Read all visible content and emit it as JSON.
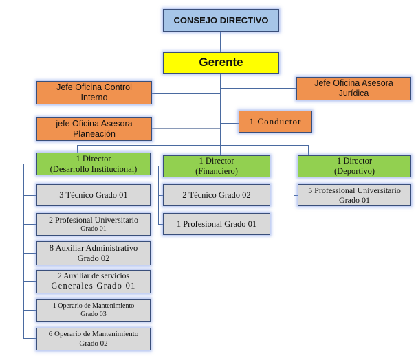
{
  "colors": {
    "council": "#a6c5e8",
    "manager": "#ffff00",
    "advisory": "#f0924f",
    "director": "#92d050",
    "staff": "#d9d9d9",
    "connector": "#4a6aa0"
  },
  "council": {
    "label": "CONSEJO DIRECTIVO"
  },
  "manager": {
    "label": "Gerente"
  },
  "advisory": {
    "control_interno": {
      "line1": "Jefe Oficina Control",
      "line2": "Interno"
    },
    "juridica": {
      "line1": "Jefe Oficina Asesora",
      "line2": "Jurídica"
    },
    "planeacion": {
      "line1": "jefe Oficina Asesora",
      "line2": "Planeación"
    },
    "conductor": {
      "label": "1 Conductor"
    }
  },
  "departments": [
    {
      "director": {
        "line1": "1 Director",
        "line2": "(Desarrollo Institucional)"
      },
      "staff": [
        {
          "line1": "3 Técnico Grado 01",
          "line2": ""
        },
        {
          "line1": "2 Profesional Universitario",
          "line2": "Grado 01"
        },
        {
          "line1": "8 Auxiliar Administrativo",
          "line2": "Grado 02"
        },
        {
          "line1": "2 Auxiliar de servicios",
          "line2": "Generales Grado 01"
        },
        {
          "line1": "1 Operario de Mantenimiento",
          "line2": "Grado 03"
        },
        {
          "line1": "6 Operario de Mantenimiento",
          "line2": "Grado 02"
        }
      ]
    },
    {
      "director": {
        "line1": "1 Director",
        "line2": "(Financiero)"
      },
      "staff": [
        {
          "line1": "2 Técnico Grado 02",
          "line2": ""
        },
        {
          "line1": "1 Profesional Grado 01",
          "line2": ""
        }
      ]
    },
    {
      "director": {
        "line1": "1 Director",
        "line2": "(Deportivo)"
      },
      "staff": [
        {
          "line1": "5 Professional Universitario",
          "line2": "Grado 01"
        }
      ]
    }
  ]
}
